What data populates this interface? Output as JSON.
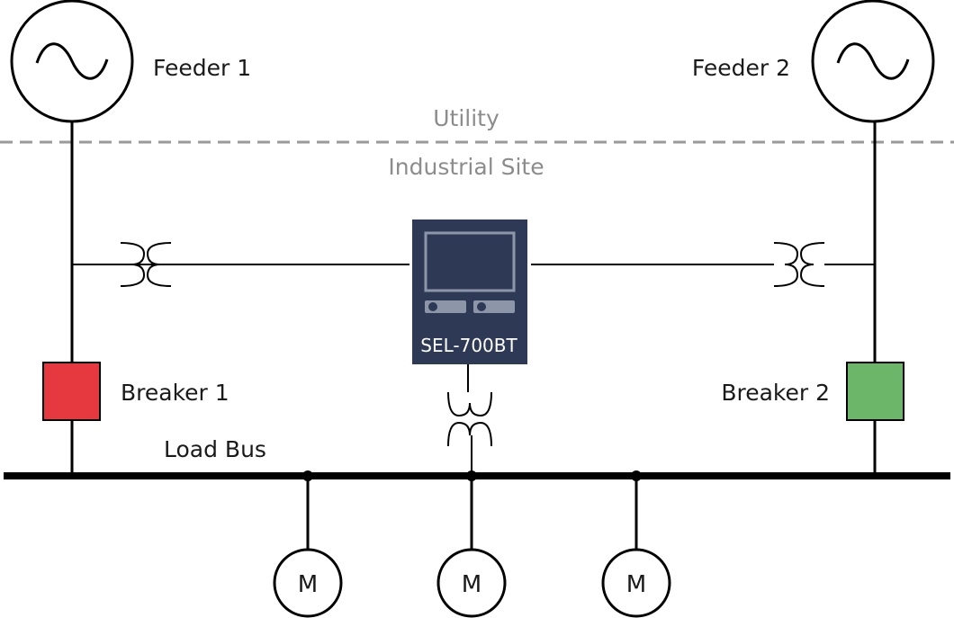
{
  "feeders": [
    {
      "label": "Feeder 1"
    },
    {
      "label": "Feeder 2"
    }
  ],
  "zones": {
    "utility_label": "Utility",
    "site_label": "Industrial Site"
  },
  "relay": {
    "label": "SEL-700BT",
    "body_color": "#2e3a55",
    "accent_color": "#8d95a8"
  },
  "breakers": [
    {
      "label": "Breaker 1",
      "color": "#e5383f"
    },
    {
      "label": "Breaker 2",
      "color": "#6cb66a"
    }
  ],
  "bus": {
    "label": "Load Bus"
  },
  "motors": [
    {
      "label": "M"
    },
    {
      "label": "M"
    },
    {
      "label": "M"
    }
  ],
  "icons": {
    "source": "ac-source-icon",
    "ct": "current-transformer-icon",
    "vt": "voltage-transformer-icon",
    "motor": "motor-icon"
  }
}
